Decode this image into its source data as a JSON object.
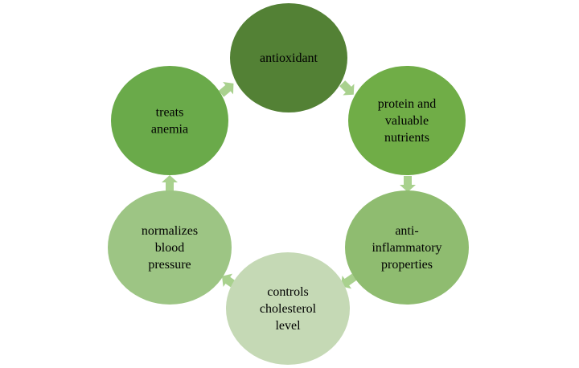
{
  "diagram": {
    "type": "cycle",
    "nodes": [
      {
        "id": "antioxidant",
        "lines": [
          "antioxidant"
        ],
        "color": "#538135"
      },
      {
        "id": "protein",
        "lines": [
          "protein and",
          "valuable",
          "nutrients"
        ],
        "color": "#70ad47"
      },
      {
        "id": "anti-inflammatory",
        "lines": [
          "anti-",
          "inflammatory",
          "properties"
        ],
        "color": "#8fbc70"
      },
      {
        "id": "cholesterol",
        "lines": [
          "controls",
          "cholesterol",
          "level"
        ],
        "color": "#c5d9b5"
      },
      {
        "id": "blood-pressure",
        "lines": [
          "normalizes",
          "blood",
          "pressure"
        ],
        "color": "#9dc584"
      },
      {
        "id": "anemia",
        "lines": [
          "treats",
          "anemia"
        ],
        "color": "#6aaa4a"
      }
    ],
    "arrow_color": "#a9d18e"
  }
}
